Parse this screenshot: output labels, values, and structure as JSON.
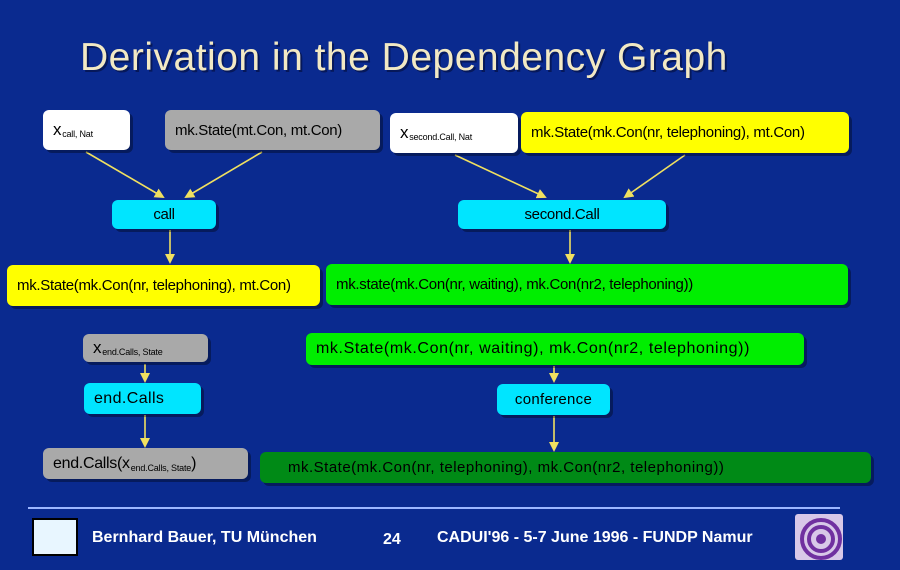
{
  "title": "Derivation in the Dependency Graph",
  "nodes": {
    "x_call": {
      "main": "x",
      "sub": "call, Nat"
    },
    "mkstate_mtcon": "mk.State(mt.Con, mt.Con)",
    "x_secondcall": {
      "main": "x",
      "sub": "second.Call, Nat"
    },
    "mkstate_telephoning_mtcon_yellow": "mk.State(mk.Con(nr, telephoning), mt.Con)",
    "call": "call",
    "second_call": "second.Call",
    "mkstate_telephoning_mtcon_left": "mk.State(mk.Con(nr, telephoning), mt.Con)",
    "mkstate_waiting_green": "mk.state(mk.Con(nr, waiting), mk.Con(nr2, telephoning))",
    "x_endcalls": {
      "main": "x",
      "sub": "end.Calls, State"
    },
    "mkstate_waiting_lightgreen": "mk.State(mk.Con(nr, waiting), mk.Con(nr2, telephoning))",
    "end_calls": "end.Calls",
    "conference": "conference",
    "end_calls_expr": {
      "prefix": "end.Calls(x",
      "sub": "end.Calls, State",
      "suffix": ")"
    },
    "mkstate_final": "mk.State(mk.Con(nr, telephoning), mk.Con(nr2, telephoning))"
  },
  "footer": {
    "author": "Bernhard Bauer, TU München",
    "page": "24",
    "event": "CADUI'96 - 5-7 June 1996 - FUNDP Namur"
  },
  "colors": {
    "background": "#0a2a8f",
    "title": "#f2e9c4",
    "arrow": "#f0e060"
  }
}
